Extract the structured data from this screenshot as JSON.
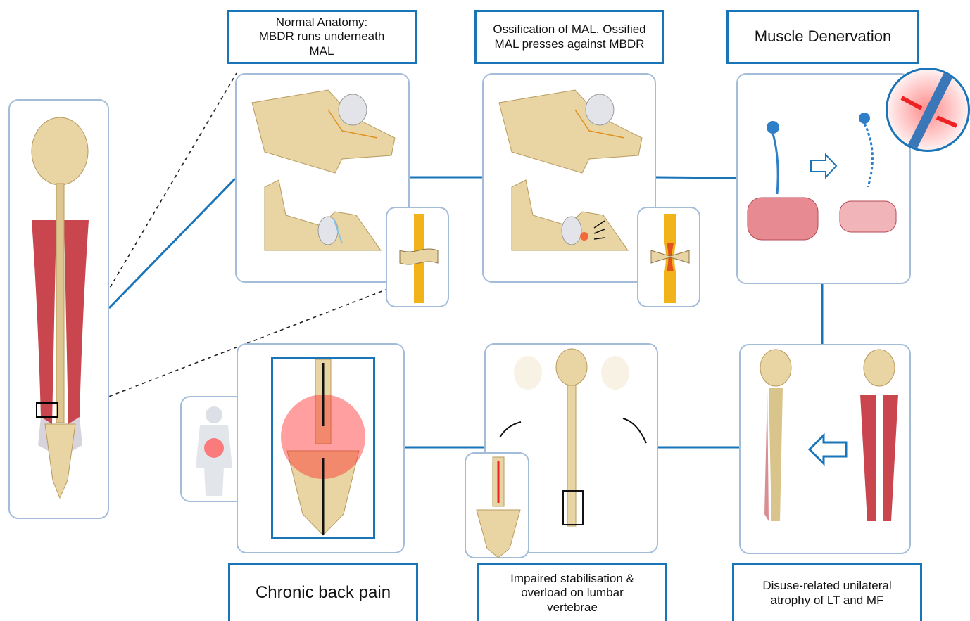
{
  "labels": {
    "normal_anatomy": "Normal Anatomy:\nMBDR runs underneath\nMAL",
    "ossification": "Ossification of MAL. Ossified\nMAL presses against MBDR",
    "muscle_denervation": "Muscle Denervation",
    "chronic_back_pain": "Chronic back pain",
    "impaired_stabilisation": "Impaired stabilisation &\noverload on lumbar\nvertebrae",
    "disuse_atrophy": "Disuse-related unilateral\natrophy of LT and MF"
  },
  "colors": {
    "connector": "#1a74b8",
    "label_border": "#1a74b8",
    "panel_border": "#a3bcd9",
    "bone": "#e8d5a3",
    "muscle": "#c9464f",
    "nerve_fiber": "#f2b31a",
    "pain": "#ff2a2a",
    "neuron": "#2f7fc8"
  }
}
